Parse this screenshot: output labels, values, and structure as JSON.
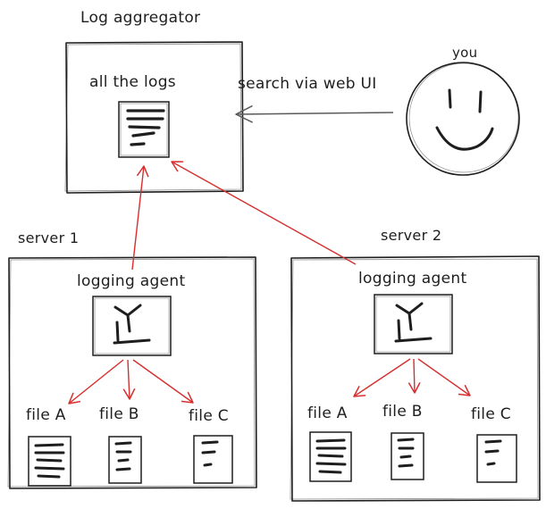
{
  "aggregator": {
    "title": "Log aggregator",
    "store_label": "all the logs"
  },
  "user": {
    "label": "you",
    "action": "search via web UI"
  },
  "servers": [
    {
      "name": "server 1",
      "agent_label": "logging agent",
      "files": [
        "file A",
        "file B",
        "file C"
      ]
    },
    {
      "name": "server 2",
      "agent_label": "logging agent",
      "files": [
        "file A",
        "file B",
        "file C"
      ]
    }
  ],
  "colors": {
    "ink": "#1e1e1e",
    "arrow_red": "#d62f2f",
    "arrow_gray": "#5a5a5a",
    "background": "#ffffff"
  }
}
